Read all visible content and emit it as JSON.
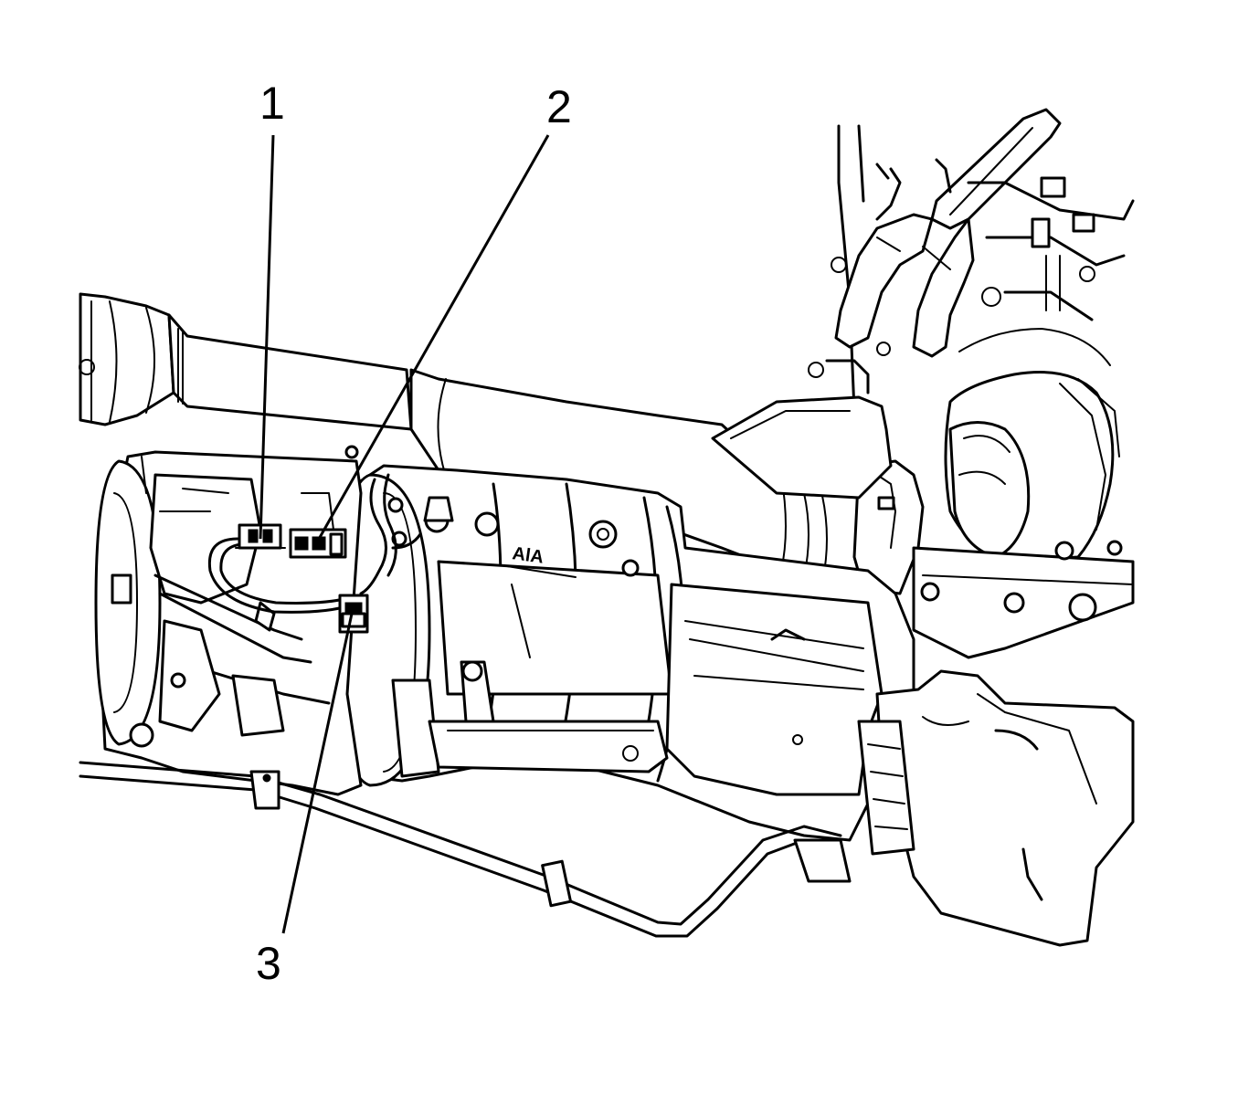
{
  "callouts": [
    {
      "id": "1",
      "label": "1"
    },
    {
      "id": "2",
      "label": "2"
    },
    {
      "id": "3",
      "label": "3"
    }
  ],
  "casting_text": "AlA"
}
